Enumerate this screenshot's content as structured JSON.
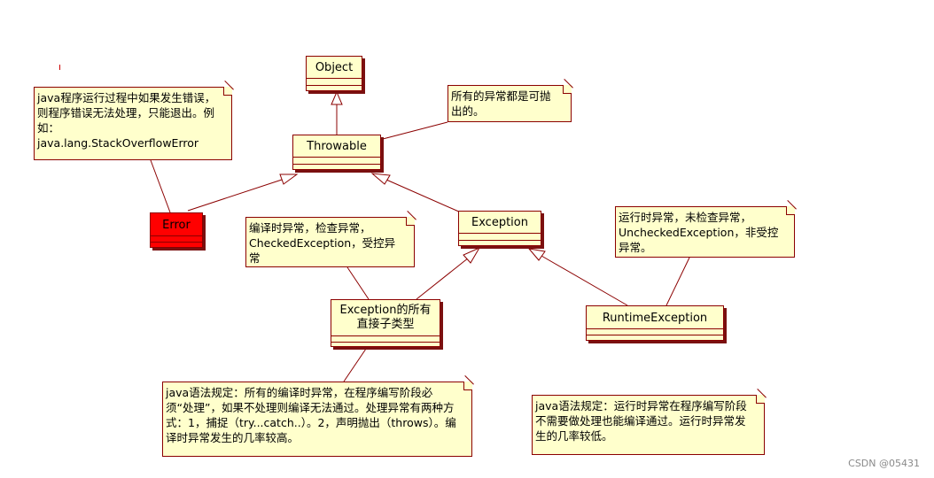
{
  "classes": {
    "object": "Object",
    "throwable": "Throwable",
    "error": "Error",
    "exception": "Exception",
    "checked": "Exception的所有直接子类型",
    "runtime": "RuntimeException"
  },
  "notes": {
    "error_note": "java程序运行过程中如果发生错误，则程序错误无法处理，只能退出。例如：java.lang.StackOverflowError",
    "throwable_note": "所有的异常都是可抛出的。",
    "checked_note": "编译时异常，检查异常，CheckedException，受控异常",
    "runtime_note": "运行时异常，未检查异常，UncheckedException，非受控异常。",
    "checked_rule": "java语法规定：所有的编译时异常，在程序编写阶段必须“处理”，如果不处理则编译无法通过。处理异常有两种方式：1，捕捉（try...catch..）。2，声明抛出（throws）。编译时异常发生的几率较高。",
    "runtime_rule": "java语法规定：运行时异常在程序编写阶段不需要做处理也能编译通过。运行时异常发生的几率较低。"
  },
  "watermark": "CSDN @05431",
  "colors": {
    "fill": "#ffffcc",
    "border": "#8b0000",
    "shadow": "#7a1010",
    "error_fill": "#ff0000"
  }
}
